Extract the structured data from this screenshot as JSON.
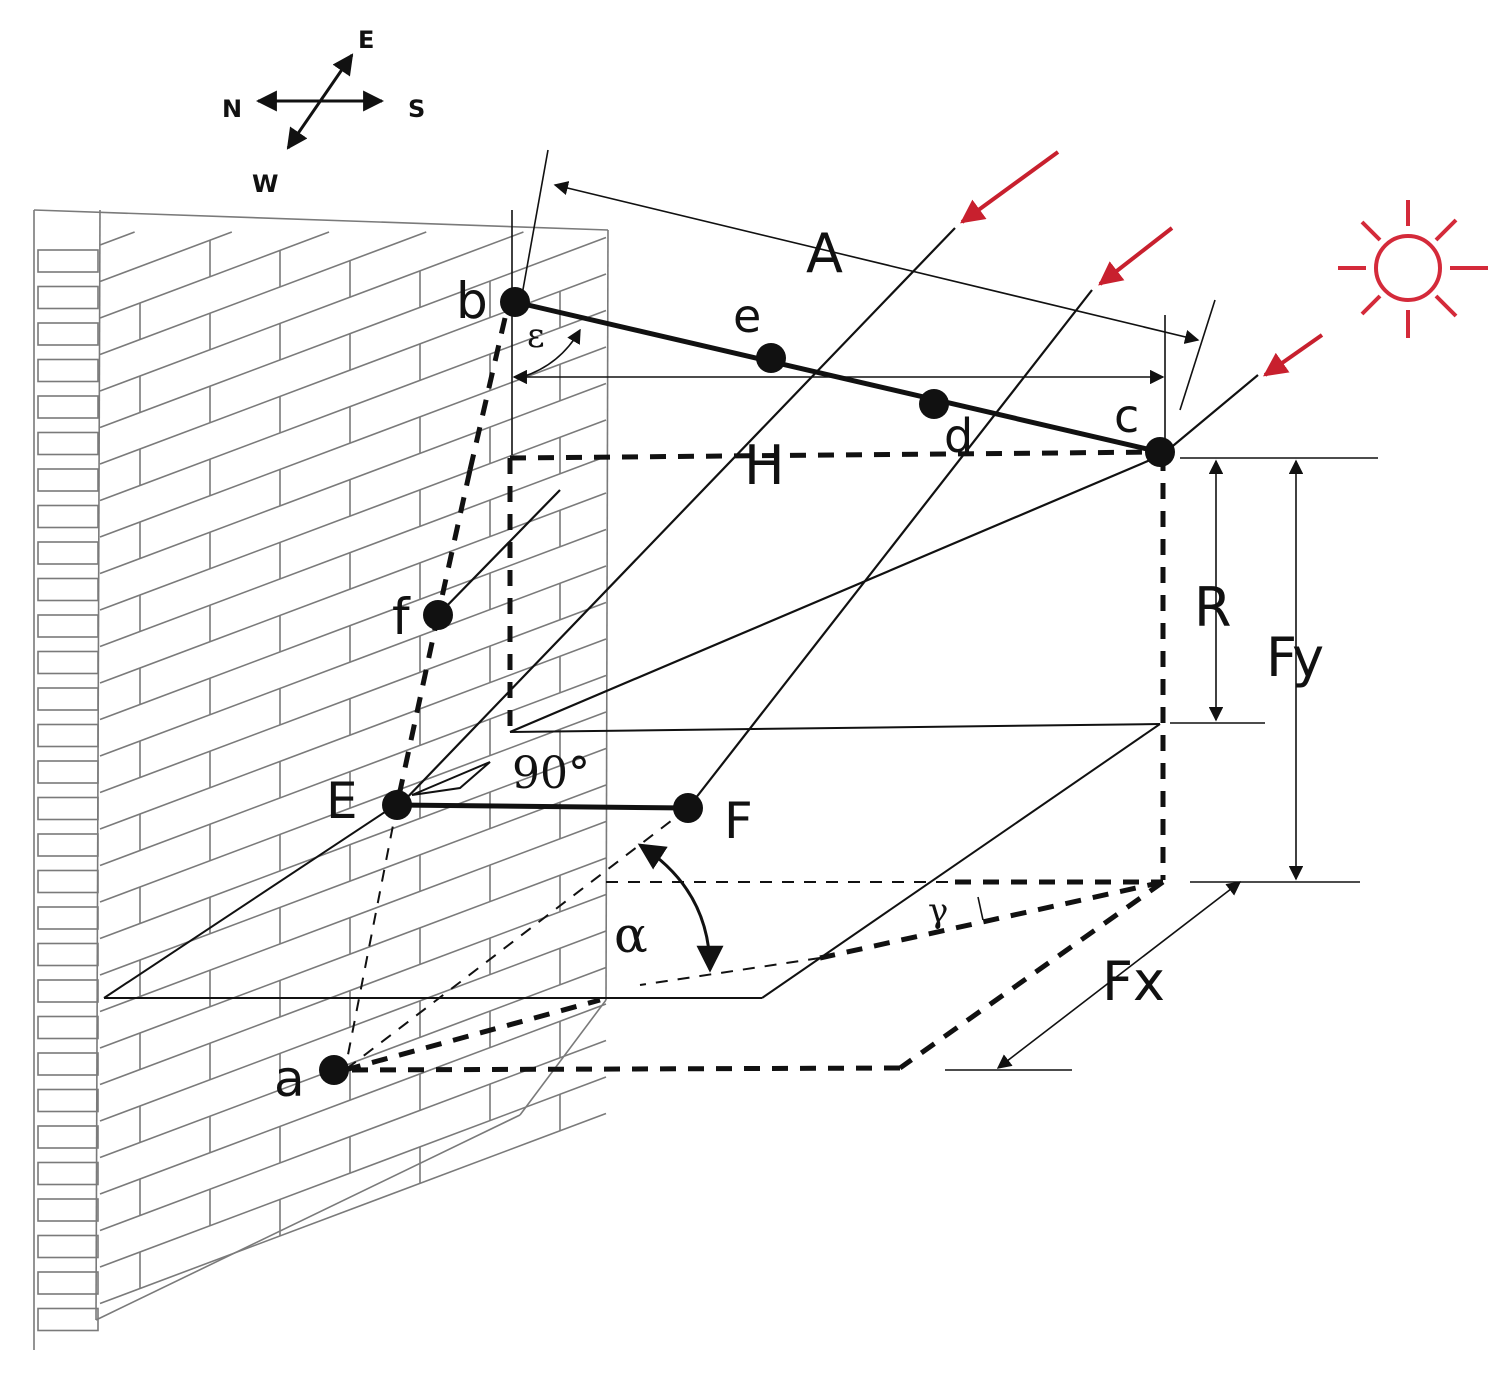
{
  "compass": {
    "north": "N",
    "south": "S",
    "east": "E",
    "west": "W"
  },
  "points": {
    "a": "a",
    "b": "b",
    "c": "c",
    "d": "d",
    "e": "e",
    "f": "f",
    "E": "E",
    "F": "F"
  },
  "dimensions": {
    "A": "A",
    "H": "H",
    "R": "R",
    "Fy": "Fy",
    "Fx": "Fx"
  },
  "angles": {
    "epsilon": "ε",
    "alpha": "α",
    "gamma": "γ",
    "right_angle": "90°"
  },
  "colors": {
    "line": "#111111",
    "sun": "#d42a3a",
    "sun_ray_arrow": "#c8202e",
    "brick": "#7a7a7a"
  },
  "icons": {
    "sun": "sun-icon",
    "compass": "compass-icon"
  }
}
